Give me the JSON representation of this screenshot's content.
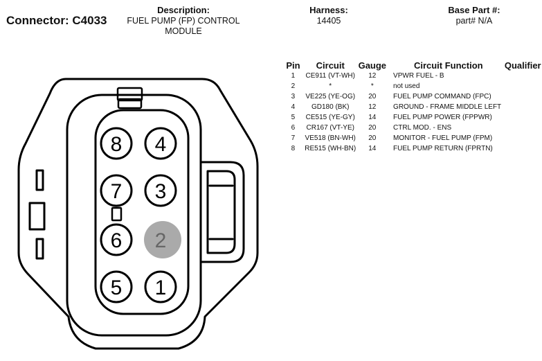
{
  "connector": {
    "label": "Connector: C4033"
  },
  "description": {
    "label": "Description:",
    "value_line1": "FUEL PUMP (FP) CONTROL",
    "value_line2": "MODULE"
  },
  "harness": {
    "label": "Harness:",
    "value": "14405"
  },
  "base_part": {
    "label": "Base Part #:",
    "value": "part# N/A"
  },
  "table": {
    "headers": {
      "pin": "Pin",
      "circuit": "Circuit",
      "gauge": "Gauge",
      "function": "Circuit Function",
      "qualifier": "Qualifier"
    },
    "rows": [
      {
        "pin": "1",
        "circuit": "CE911 (VT-WH)",
        "gauge": "12",
        "function": "VPWR FUEL - B",
        "qualifier": ""
      },
      {
        "pin": "2",
        "circuit": "*",
        "gauge": "*",
        "function": "not used",
        "qualifier": ""
      },
      {
        "pin": "3",
        "circuit": "VE225 (YE-OG)",
        "gauge": "20",
        "function": "FUEL PUMP COMMAND (FPC)",
        "qualifier": ""
      },
      {
        "pin": "4",
        "circuit": "GD180 (BK)",
        "gauge": "12",
        "function": "GROUND - FRAME MIDDLE LEFT",
        "qualifier": ""
      },
      {
        "pin": "5",
        "circuit": "CE515 (YE-GY)",
        "gauge": "14",
        "function": "FUEL PUMP POWER (FPPWR)",
        "qualifier": ""
      },
      {
        "pin": "6",
        "circuit": "CR167 (VT-YE)",
        "gauge": "20",
        "function": "CTRL MOD. - ENS",
        "qualifier": ""
      },
      {
        "pin": "7",
        "circuit": "VE518 (BN-WH)",
        "gauge": "20",
        "function": "MONITOR - FUEL PUMP (FPM)",
        "qualifier": ""
      },
      {
        "pin": "8",
        "circuit": "RE515 (WH-BN)",
        "gauge": "14",
        "function": "FUEL PUMP RETURN (FPRTN)",
        "qualifier": ""
      }
    ]
  },
  "diagram": {
    "pins": [
      {
        "label": "8",
        "state": "used"
      },
      {
        "label": "4",
        "state": "used"
      },
      {
        "label": "7",
        "state": "used"
      },
      {
        "label": "3",
        "state": "used"
      },
      {
        "label": "6",
        "state": "used"
      },
      {
        "label": "2",
        "state": "not-used"
      },
      {
        "label": "5",
        "state": "used"
      },
      {
        "label": "1",
        "state": "used"
      }
    ],
    "colors": {
      "outline": "#000000",
      "unused_pin_fill": "#aaaaaa",
      "unused_pin_text": "#666666"
    }
  }
}
